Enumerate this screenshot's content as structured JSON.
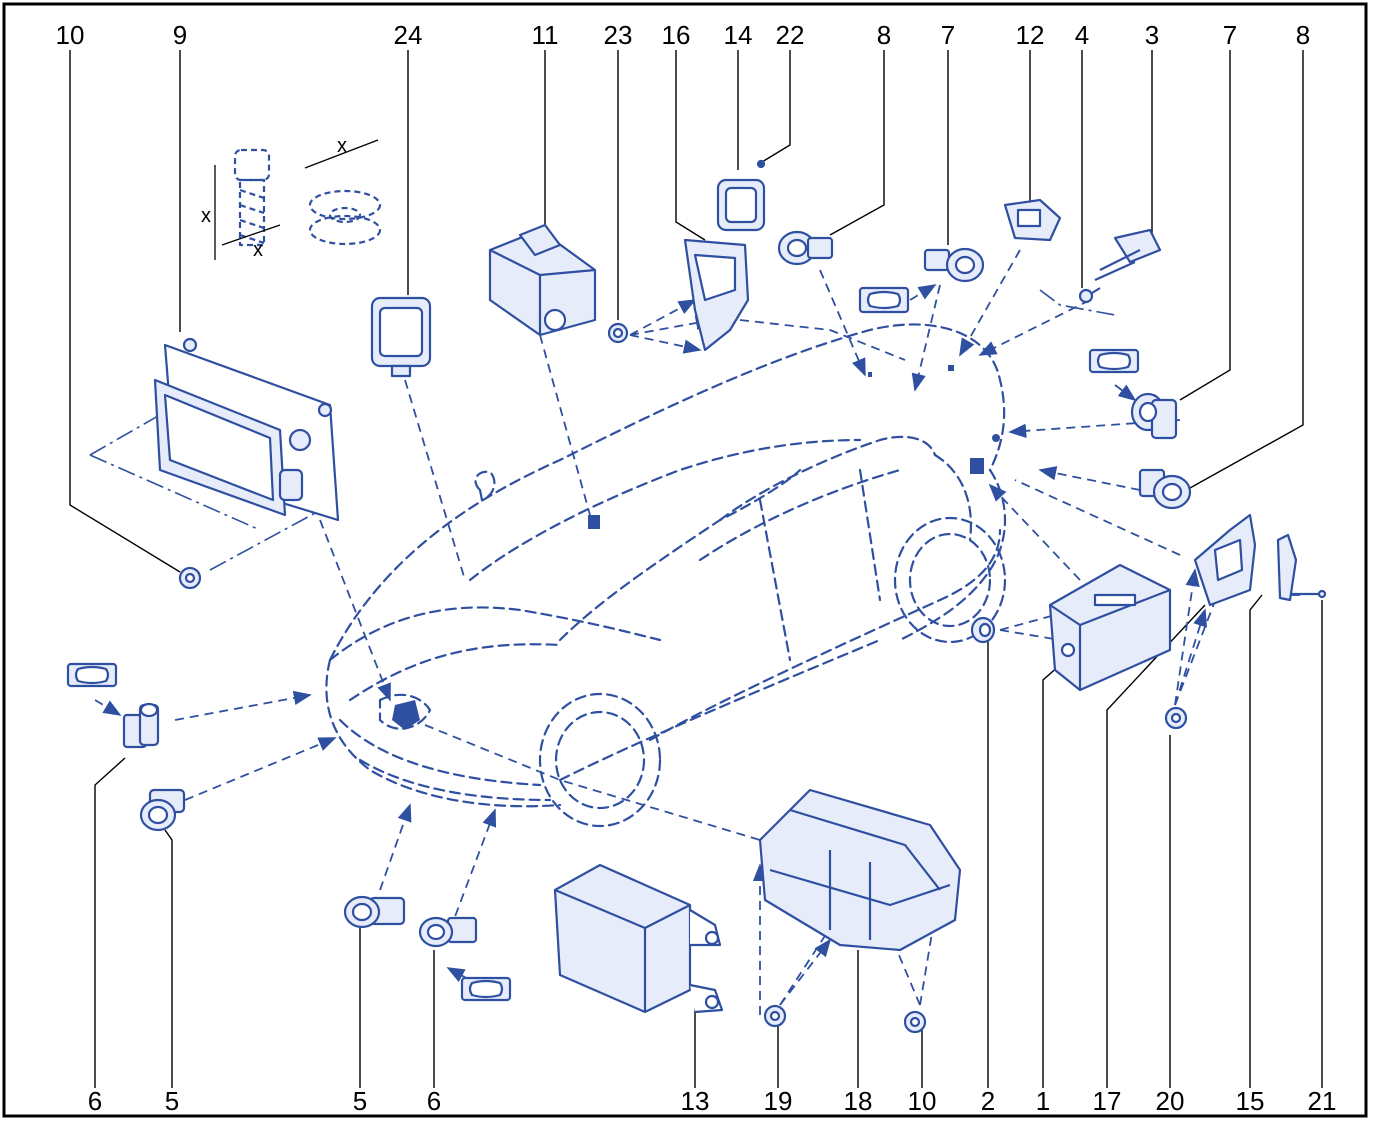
{
  "colors": {
    "line": "#2f4fa0",
    "fill": "#e6ecfa",
    "leader": "#000000",
    "frame": "#000000"
  },
  "labels_top": [
    "10",
    "9",
    "24",
    "11",
    "23",
    "16",
    "14",
    "22",
    "8",
    "7",
    "12",
    "4",
    "3",
    "7",
    "8"
  ],
  "labels_bottom": [
    "6",
    "5",
    "5",
    "6",
    "13",
    "19",
    "18",
    "10",
    "2",
    "1",
    "17",
    "20",
    "15",
    "21"
  ],
  "dimension_marks": [
    "x",
    "x",
    "x"
  ]
}
